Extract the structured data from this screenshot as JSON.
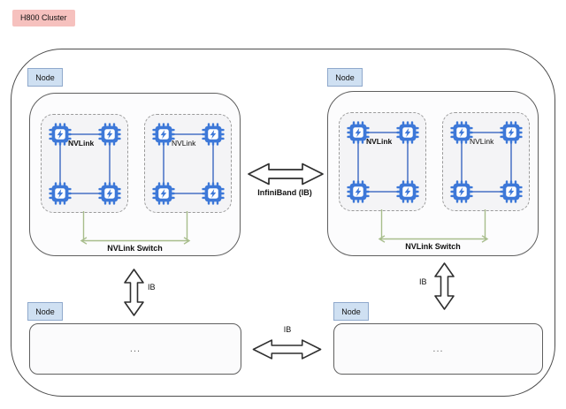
{
  "cluster_label": "H800 Cluster",
  "colors": {
    "chip_blue": "#3d78d8",
    "nvlink_line_blue": "#6487cd",
    "switch_green": "#a8bd8c",
    "node_label_bg": "#cfe0f2",
    "node_label_border": "#8fa9cc",
    "cluster_badge_bg": "#f6c1be",
    "cluster_badge_border": "#a85b54",
    "arrow_outline": "#2f2f2f"
  },
  "nodes": {
    "top_left": {
      "label": "Node",
      "gpu_groups": [
        {
          "nvlink_label": "NVLink",
          "gpu_count": 4
        },
        {
          "nvlink_label": "NVLink",
          "gpu_count": 4
        }
      ],
      "switch_label": "NVLink Switch"
    },
    "top_right": {
      "label": "Node",
      "gpu_groups": [
        {
          "nvlink_label": "NVLink",
          "gpu_count": 4
        },
        {
          "nvlink_label": "NVLink",
          "gpu_count": 4
        }
      ],
      "switch_label": "NVLink Switch"
    },
    "bottom_left": {
      "label": "Node",
      "content": "..."
    },
    "bottom_right": {
      "label": "Node",
      "content": "..."
    }
  },
  "links": {
    "infiniband_label": "InfiniBand (IB)",
    "ib_top_left_label": "IB",
    "ib_top_right_label": "IB",
    "ib_bottom_label": "IB"
  }
}
